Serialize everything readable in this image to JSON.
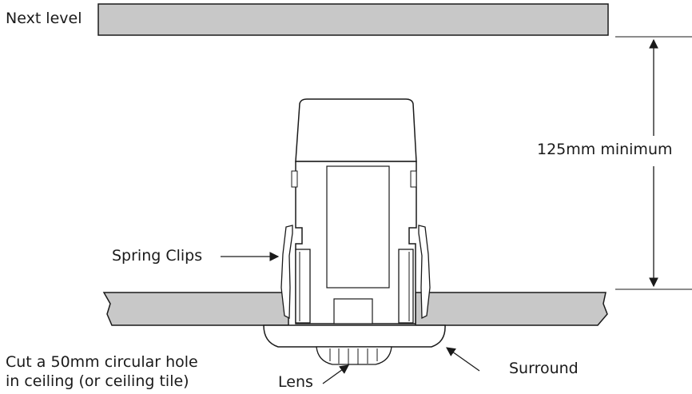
{
  "labels": {
    "next_level": "Next level",
    "clearance": "125mm minimum",
    "spring_clips": "Spring Clips",
    "instruction_line1": "Cut a 50mm circular hole",
    "instruction_line2": "in ceiling (or ceiling tile)",
    "lens": "Lens",
    "surround": "Surround"
  },
  "colors": {
    "slab_fill": "#c8c8c8",
    "outline": "#1a1a1a",
    "sensor_fill": "#ffffff"
  }
}
